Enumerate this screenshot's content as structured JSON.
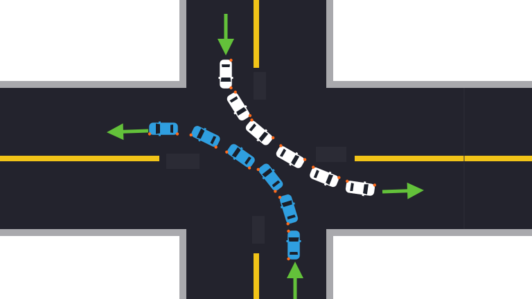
{
  "scene": {
    "type": "intersection-turn-diagram",
    "colors": {
      "asphalt": "#23232d",
      "curb": "#a9a9ad",
      "lane_line": "#f2c418",
      "arrow": "#63c13a",
      "car_white": "#ffffff",
      "car_blue": "#2f9fe0",
      "signal": "#ff6a1a",
      "window": "#1b1f29",
      "background": "#ffffff"
    },
    "vehicles": [
      {
        "id": "white-car-1",
        "icon": "car-icon",
        "color_key": "car_white",
        "turn": "left"
      },
      {
        "id": "white-car-2",
        "icon": "car-icon",
        "color_key": "car_white",
        "turn": "left"
      },
      {
        "id": "white-car-3",
        "icon": "car-icon",
        "color_key": "car_white",
        "turn": "left"
      },
      {
        "id": "white-car-4",
        "icon": "car-icon",
        "color_key": "car_white",
        "turn": "left"
      },
      {
        "id": "white-car-5",
        "icon": "car-icon",
        "color_key": "car_white",
        "turn": "left"
      },
      {
        "id": "white-car-6",
        "icon": "car-icon",
        "color_key": "car_white",
        "turn": "left"
      },
      {
        "id": "blue-car-1",
        "icon": "car-icon",
        "color_key": "car_blue",
        "turn": "left"
      },
      {
        "id": "blue-car-2",
        "icon": "car-icon",
        "color_key": "car_blue",
        "turn": "left"
      },
      {
        "id": "blue-car-3",
        "icon": "car-icon",
        "color_key": "car_blue",
        "turn": "left"
      },
      {
        "id": "blue-car-4",
        "icon": "car-icon",
        "color_key": "car_blue",
        "turn": "left"
      },
      {
        "id": "blue-car-5",
        "icon": "car-icon",
        "color_key": "car_blue",
        "turn": "left"
      },
      {
        "id": "blue-car-6",
        "icon": "car-icon",
        "color_key": "car_blue",
        "turn": "left"
      }
    ],
    "arrows": [
      {
        "id": "arrow-south-entry",
        "icon": "arrow-down-icon"
      },
      {
        "id": "arrow-east-exit",
        "icon": "arrow-right-icon"
      },
      {
        "id": "arrow-north-entry",
        "icon": "arrow-up-icon"
      },
      {
        "id": "arrow-west-exit",
        "icon": "arrow-left-icon"
      }
    ]
  }
}
